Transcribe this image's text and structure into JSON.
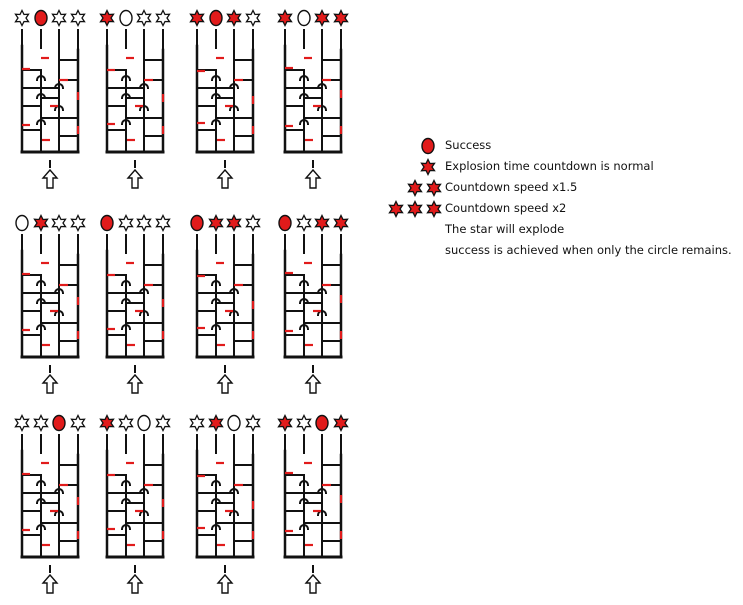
{
  "colors": {
    "success": "#e11b1b",
    "wire": "#111111",
    "gate": "#e11b1b",
    "ink": "#111111"
  },
  "panels": [
    {
      "id": 1,
      "symbols": [
        "star-white",
        "circle-red",
        "star-white",
        "star-white"
      ]
    },
    {
      "id": 2,
      "symbols": [
        "star-red",
        "circle-white",
        "star-white",
        "star-white"
      ]
    },
    {
      "id": 3,
      "symbols": [
        "star-red",
        "circle-red",
        "star-red",
        "star-white"
      ]
    },
    {
      "id": 4,
      "symbols": [
        "star-red",
        "circle-white",
        "star-red",
        "star-red"
      ]
    },
    {
      "id": 5,
      "symbols": [
        "circle-white",
        "star-red",
        "star-white",
        "star-white"
      ]
    },
    {
      "id": 6,
      "symbols": [
        "circle-red",
        "star-white",
        "star-white",
        "star-white"
      ]
    },
    {
      "id": 7,
      "symbols": [
        "circle-red",
        "star-red",
        "star-red",
        "star-white"
      ]
    },
    {
      "id": 8,
      "symbols": [
        "circle-red",
        "star-white",
        "star-red",
        "star-red"
      ]
    },
    {
      "id": 9,
      "symbols": [
        "star-white",
        "star-white",
        "circle-red",
        "star-white"
      ]
    },
    {
      "id": 10,
      "symbols": [
        "star-red",
        "star-white",
        "circle-white",
        "star-white"
      ]
    },
    {
      "id": 11,
      "symbols": [
        "star-white",
        "star-red",
        "circle-white",
        "star-white"
      ]
    },
    {
      "id": 12,
      "symbols": [
        "star-red",
        "star-white",
        "circle-red",
        "star-red"
      ]
    }
  ],
  "legend": {
    "items": [
      {
        "icons": [
          "circle-red"
        ],
        "text": "Success"
      },
      {
        "icons": [
          "star-red"
        ],
        "text": "Explosion time countdown is normal"
      },
      {
        "icons": [
          "star-red",
          "star-red"
        ],
        "text": "Countdown speed x1.5"
      },
      {
        "icons": [
          "star-red",
          "star-red",
          "star-red"
        ],
        "text": "Countdown speed x2"
      }
    ],
    "note1": "The star will explode",
    "note2": " success is achieved when only the circle remains."
  }
}
